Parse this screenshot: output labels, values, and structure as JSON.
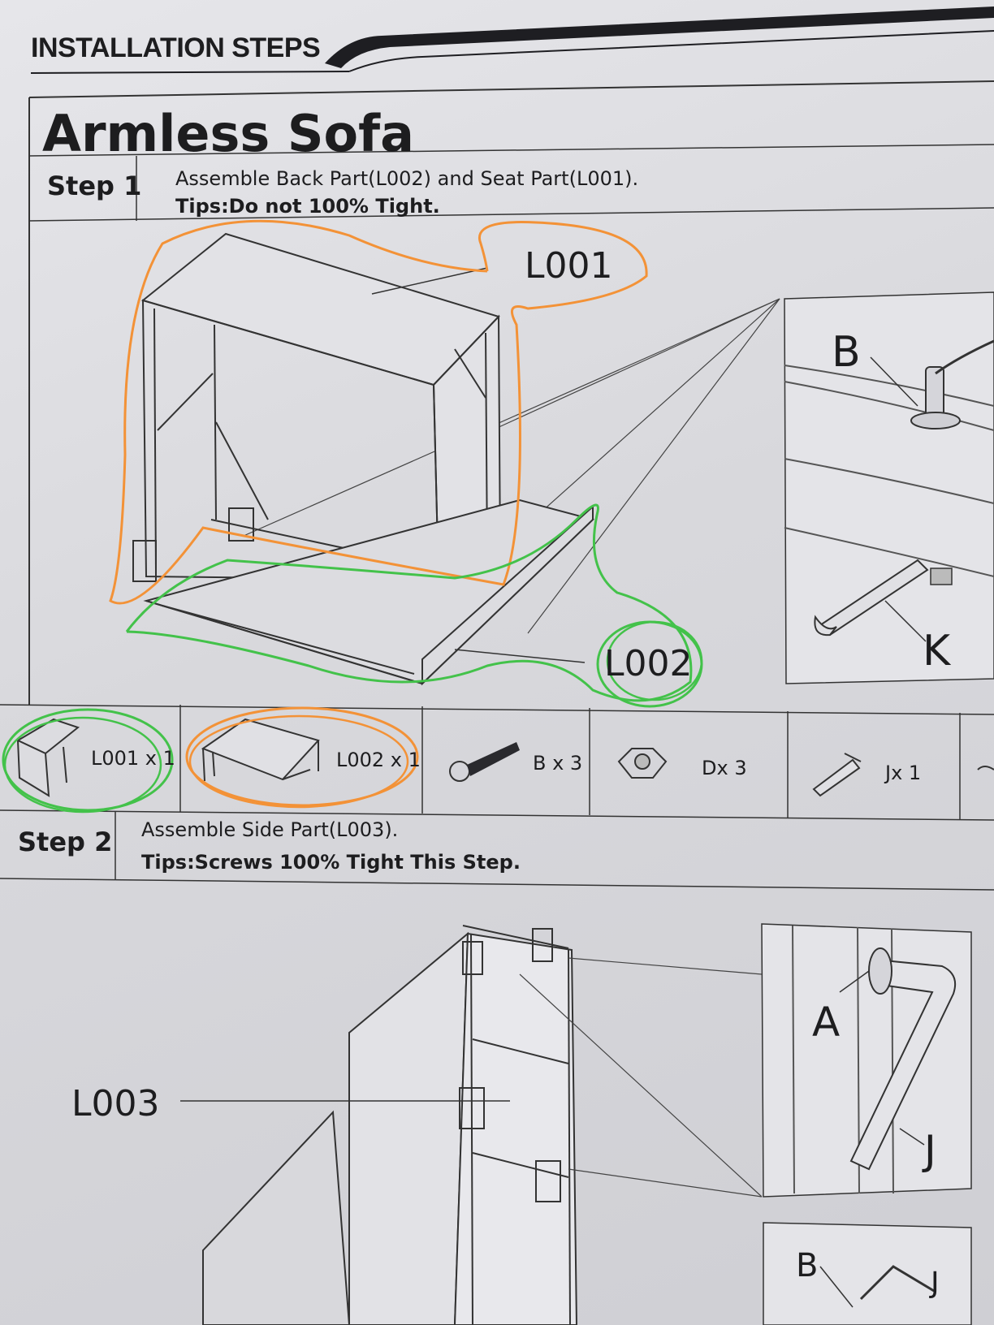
{
  "header": {
    "title": "INSTALLATION STEPS"
  },
  "product": {
    "title": "Armless Sofa"
  },
  "step1": {
    "label": "Step 1",
    "instruction": "Assemble Back Part(L002) and Seat Part(L001).",
    "tip": "Tips:Do not 100% Tight."
  },
  "step1_callouts": {
    "part_top": "L001",
    "part_bottom": "L002",
    "detail_top": "B",
    "detail_wrench": "K"
  },
  "hardware": [
    {
      "label": "L001 x 1",
      "icon": "seat-part-icon"
    },
    {
      "label": "L002 x 1",
      "icon": "back-part-icon"
    },
    {
      "label": "B x 3",
      "icon": "bolt-icon"
    },
    {
      "label": "Dx 3",
      "icon": "nut-icon"
    },
    {
      "label": "Jx 1",
      "icon": "allen-key-icon"
    }
  ],
  "step2": {
    "label": "Step 2",
    "instruction": "Assemble Side Part(L003).",
    "tip": "Tips:Screws 100% Tight This Step."
  },
  "step2_callouts": {
    "part": "L003",
    "detail_a": "A",
    "detail_j": "J",
    "detail_b": "B",
    "detail_j2": "J"
  },
  "annotation_colors": {
    "orange": "#f39237",
    "green": "#43c24a"
  }
}
